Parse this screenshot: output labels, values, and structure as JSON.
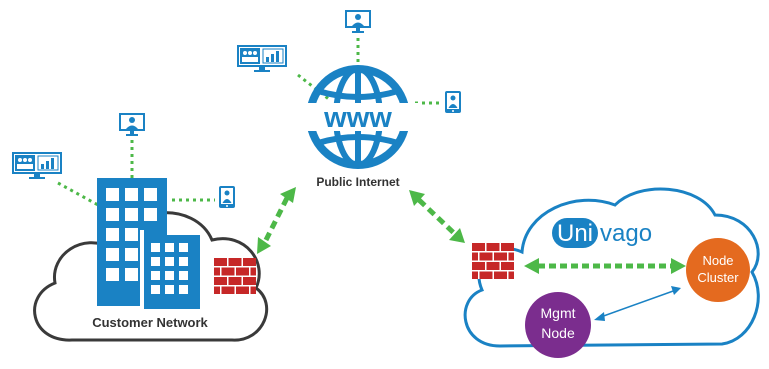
{
  "labels": {
    "public_internet": "Public Internet",
    "customer_network": "Customer Network",
    "brand_uni": "Uni",
    "brand_vago": "vago",
    "node_cluster_line1": "Node",
    "node_cluster_line2": "Cluster",
    "mgmt_node_line1": "Mgmt",
    "mgmt_node_line2": "Node",
    "www": "www"
  },
  "colors": {
    "blue": "#1a82c4",
    "green": "#4db848",
    "firewall": "#c62828",
    "node_cluster": "#e46a1f",
    "mgmt_node": "#7b2d8e",
    "cloud_stroke": "#3a3a3a",
    "text": "#333333"
  },
  "icons": {
    "globe": "globe-www-icon",
    "building": "office-building-icon",
    "firewall": "brick-firewall-icon",
    "monitor": "video-monitor-icon",
    "meeting": "meeting-room-display-icon",
    "tablet": "tablet-user-icon"
  }
}
